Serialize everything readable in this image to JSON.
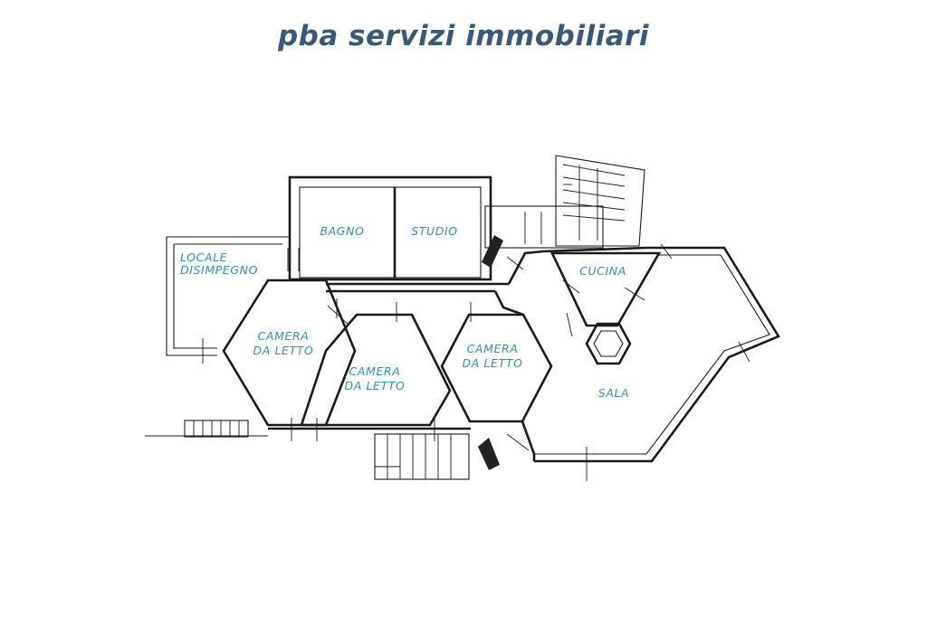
{
  "brand": {
    "text": "pba servizi immobiliari",
    "color": "#3a5878"
  },
  "plan": {
    "label_color": "#2f8fb5",
    "line_color": "#1a1a1a",
    "rooms": [
      {
        "id": "locale-disimpegno",
        "lines": [
          "LOCALE",
          "DISIMPEGNO"
        ]
      },
      {
        "id": "bagno",
        "lines": [
          "BAGNO"
        ]
      },
      {
        "id": "studio",
        "lines": [
          "STUDIO"
        ]
      },
      {
        "id": "cucina",
        "lines": [
          "CUCINA"
        ]
      },
      {
        "id": "camera-1",
        "lines": [
          "CAMERA",
          "DA LETTO"
        ]
      },
      {
        "id": "camera-2",
        "lines": [
          "CAMERA",
          "DA LETTO"
        ]
      },
      {
        "id": "camera-3",
        "lines": [
          "CAMERA",
          "DA LETTO"
        ]
      },
      {
        "id": "sala",
        "lines": [
          "SALA"
        ]
      }
    ]
  }
}
